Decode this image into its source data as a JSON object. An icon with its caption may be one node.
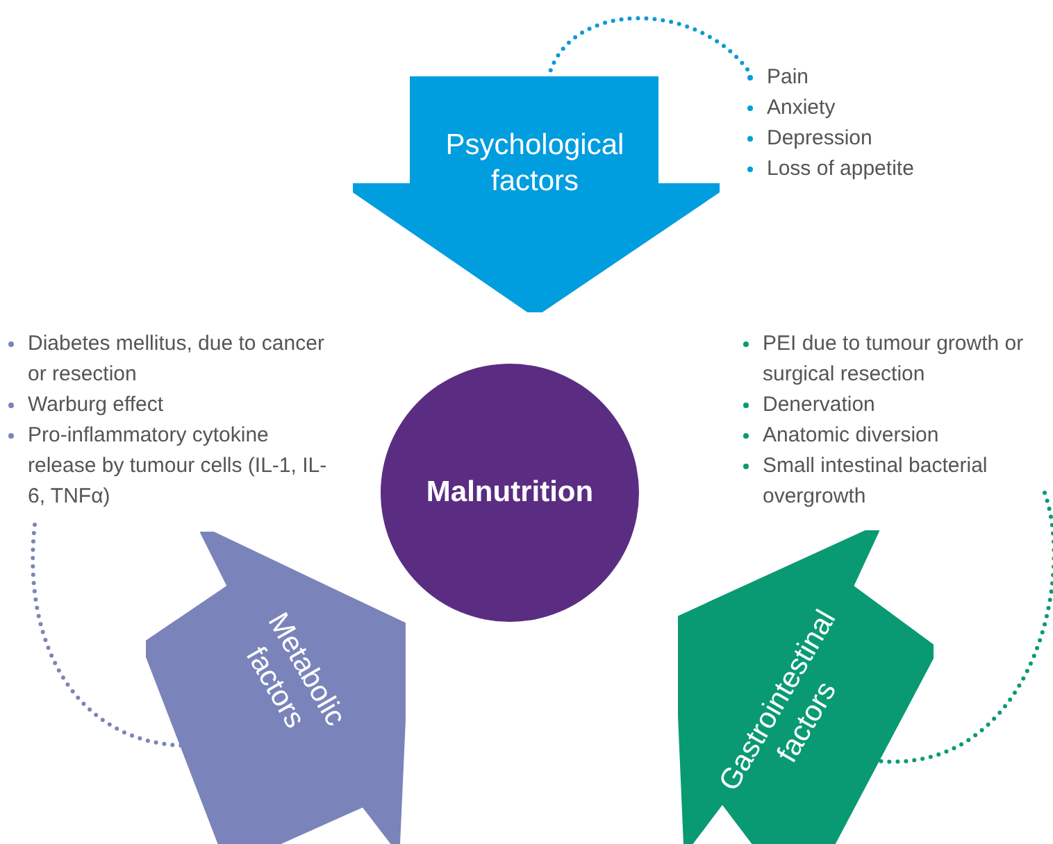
{
  "diagram": {
    "nodes": [
      {
        "text": [
          "Psychological factors"
        ]
      },
      {
        "text": [
          "Pain",
          "Anxiety",
          "Depression",
          "Loss of appetite"
        ]
      },
      {
        "text": [
          "Diabetes mellitus, due to cancer or resection",
          "Warburg effect",
          "Pro-inflammatory cytokine release by tumour cells (IL-1, IL-6, TNFα)"
        ]
      },
      {
        "text": [
          "Malnutrition"
        ]
      },
      {
        "text": [
          "PEI due to tumour growth or surgical resection",
          "Denervation",
          "Anatomic diversion",
          "Small intestinal bacterial overgrowth"
        ]
      },
      {
        "text": [
          "Metabolic factors"
        ]
      },
      {
        "text": [
          "Gastrointestinal factors"
        ]
      }
    ],
    "edges": [
      {
        "from": 1,
        "to": 0,
        "arrow": "none",
        "style": "dashed",
        "color": "#0a9ad9"
      },
      {
        "from": 2,
        "to": 5,
        "arrow": "none",
        "style": "dashed",
        "color": "#7a84ba"
      },
      {
        "from": 4,
        "to": 6,
        "arrow": "none",
        "style": "dashed",
        "color": "#099a73"
      }
    ]
  }
}
